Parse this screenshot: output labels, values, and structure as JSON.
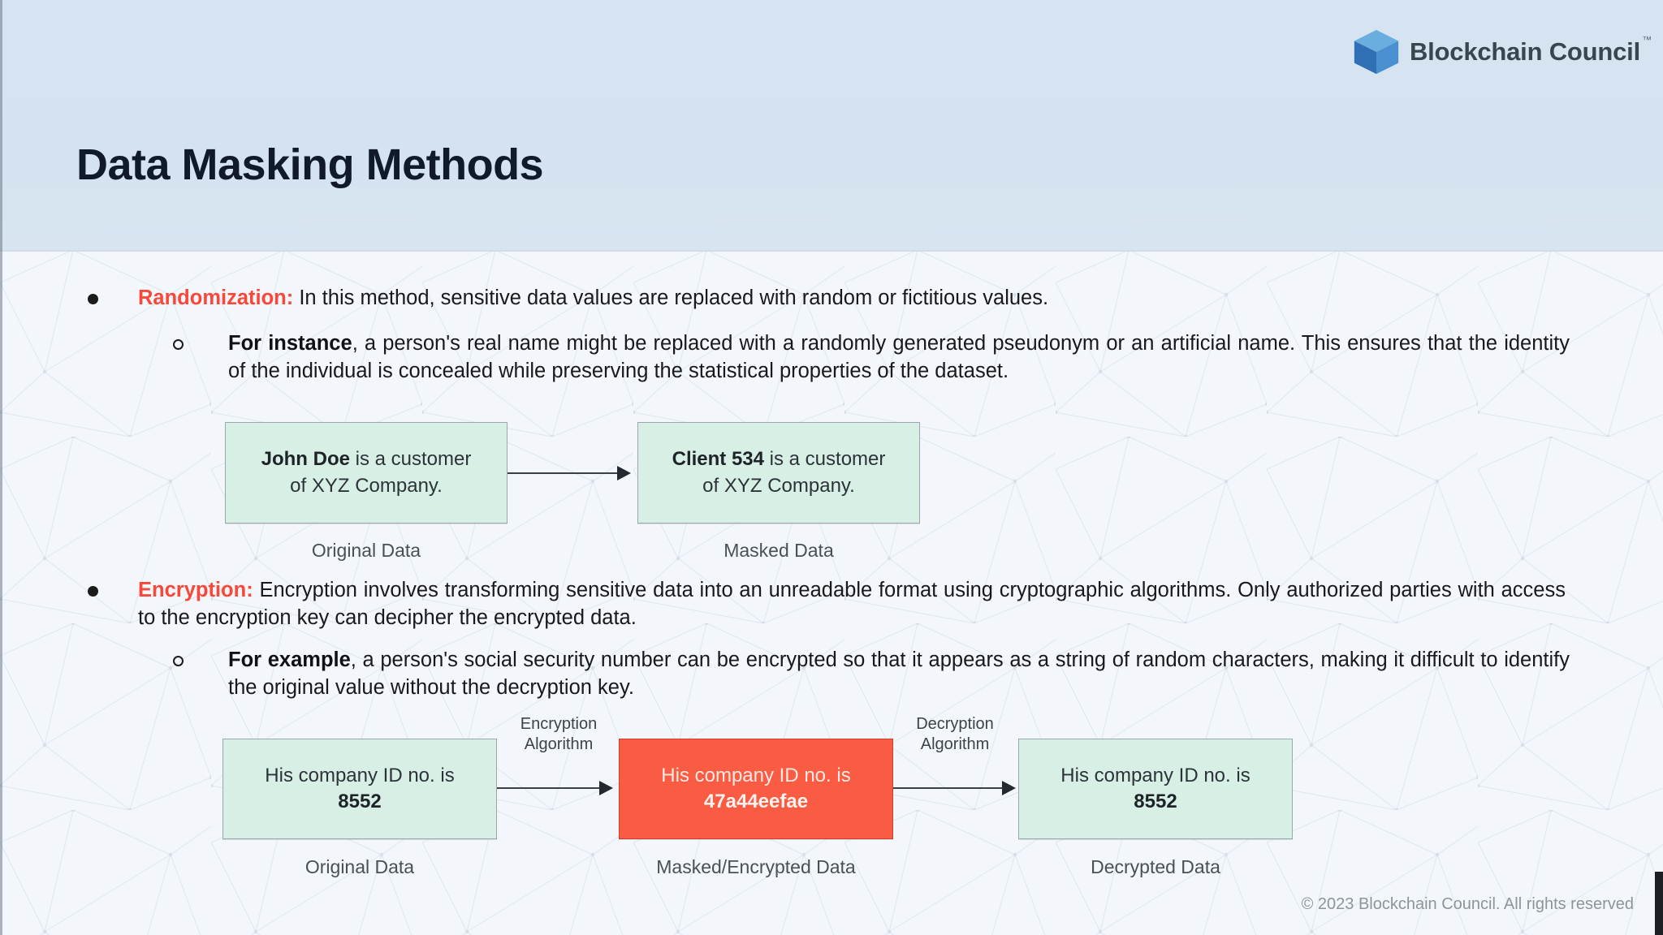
{
  "header": {
    "logo_text": "Blockchain Council",
    "logo_tm": "™",
    "logo_icon": "cube-icon"
  },
  "title": "Data Masking Methods",
  "bullets": [
    {
      "level": 1,
      "keyword": "Randomization",
      "colon": ":",
      "text": " In this method, sensitive data values are replaced with random or fictitious values."
    },
    {
      "level": 2,
      "keyword": "For instance",
      "text": ", a person's real name might be replaced with a randomly generated pseudonym or an artificial name. This ensures that the identity of the individual is concealed while preserving the statistical properties of the dataset."
    },
    {
      "level": 1,
      "keyword": "Encryption",
      "colon": ":",
      "text": " Encryption involves transforming sensitive data into an unreadable format using cryptographic algorithms. Only authorized parties with access to the encryption key can decipher the encrypted data."
    },
    {
      "level": 2,
      "keyword": "For example",
      "text": ", a person's social security number can be encrypted so that it appears as a string of random characters, making it difficult to identify the original value without the decryption key."
    }
  ],
  "diagram1": {
    "box1": {
      "bold": "John Doe",
      "rest": " is a customer",
      "line2": "of XYZ Company."
    },
    "box2": {
      "bold": "Client 534",
      "rest": " is a customer",
      "line2": "of XYZ Company."
    },
    "label1": "Original Data",
    "label2": "Masked Data",
    "arrow_icon": "arrow-right-icon"
  },
  "diagram2": {
    "box1": {
      "line1": "His company ID no. is",
      "line2": "8552"
    },
    "box2": {
      "line1": "His company ID no. is",
      "line2": "47a44eefae"
    },
    "box3": {
      "line1": "His company ID no. is",
      "line2": "8552"
    },
    "algo1_line1": "Encryption",
    "algo1_line2": "Algorithm",
    "algo2_line1": "Decryption",
    "algo2_line2": "Algorithm",
    "label1": "Original Data",
    "label2": "Masked/Encrypted Data",
    "label3": "Decrypted Data",
    "arrow_icon": "arrow-right-icon"
  },
  "footer": {
    "copyright": "© 2023 Blockchain Council. All rights reserved"
  },
  "colors": {
    "header_band": "#d6e3f0",
    "body_bg": "#f3f6fa",
    "accent_red": "#f8483a",
    "box_mint": "#d8efe6",
    "box_red": "#fa5c43",
    "title": "#101a2b"
  }
}
